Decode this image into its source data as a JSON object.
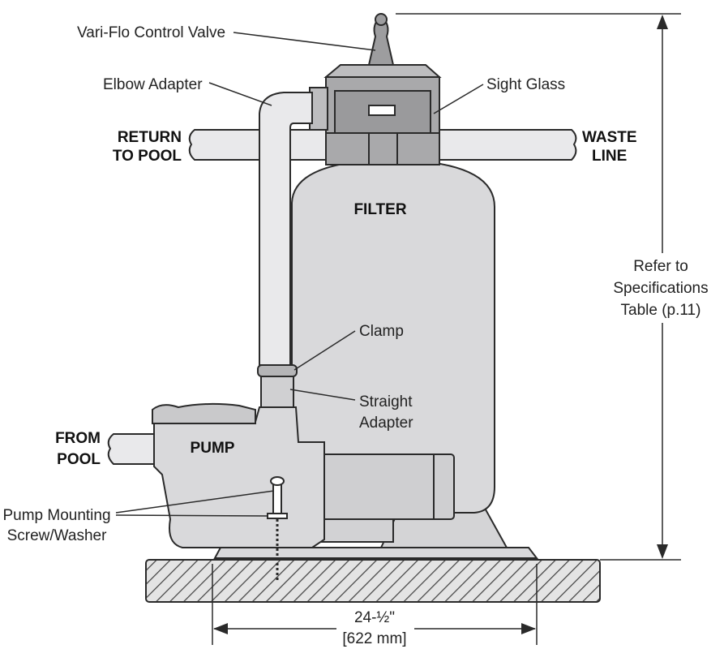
{
  "labels": {
    "control_valve": "Vari-Flo Control Valve",
    "elbow_adapter": "Elbow Adapter",
    "sight_glass": "Sight Glass",
    "return_line1": "RETURN",
    "return_line2": "TO POOL",
    "waste_line1": "WASTE",
    "waste_line2": "LINE",
    "filter": "FILTER",
    "clamp": "Clamp",
    "straight_adapter1": "Straight",
    "straight_adapter2": "Adapter",
    "from_pool1": "FROM",
    "from_pool2": "POOL",
    "pump": "PUMP",
    "mounting1": "Pump Mounting",
    "mounting2": "Screw/Washer",
    "height1": "Refer to",
    "height2": "Specifications",
    "height3": "Table (p.11)",
    "width1": "24-½\"",
    "width2": "[622 mm]"
  },
  "colors": {
    "part_fill": "#d9d9db",
    "valve_fill": "#a9a9ab",
    "pipe_fill": "#e9e9eb",
    "outline": "#2a2a2a"
  }
}
